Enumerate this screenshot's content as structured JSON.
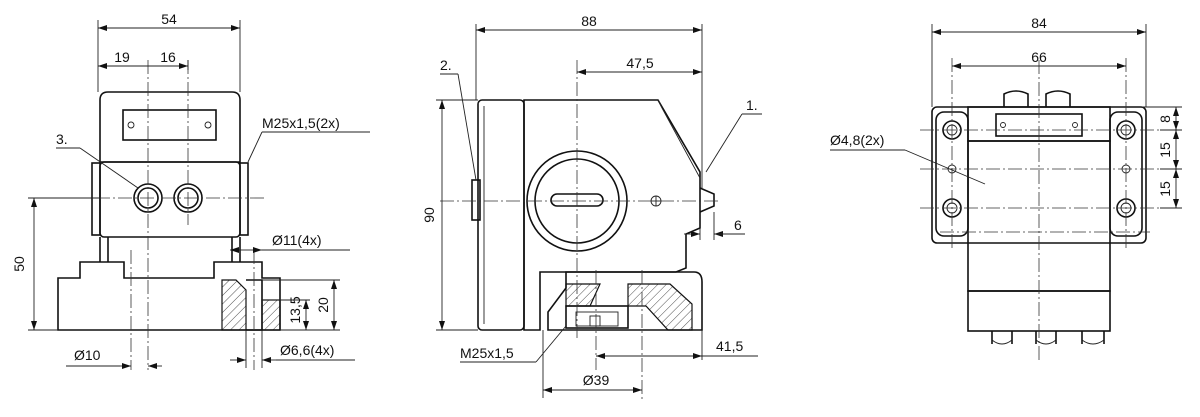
{
  "drawing": {
    "left_view": {
      "width": "54",
      "offset_a": "19",
      "offset_b": "16",
      "thread_label": "M25x1,5(2x)",
      "callout_3": "3.",
      "height": "50",
      "hole_top": "Ø11(4x)",
      "depth_a": "13,5",
      "depth_b": "20",
      "hole_left": "Ø10",
      "hole_bottom": "Ø6,6(4x)"
    },
    "center_view": {
      "width": "88",
      "offset": "47,5",
      "callout_2": "2.",
      "callout_1": "1.",
      "height": "90",
      "step": "6",
      "thread_label": "M25x1,5",
      "offset_bottom": "41,5",
      "diameter": "Ø39"
    },
    "right_view": {
      "width": "84",
      "inner_width": "66",
      "hole_label": "Ø4,8(2x)",
      "pitch_top": "8",
      "pitch_mid": "15",
      "pitch_bot": "15"
    }
  }
}
